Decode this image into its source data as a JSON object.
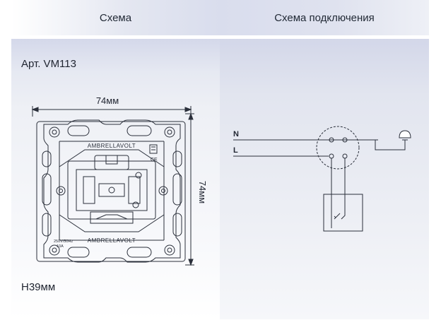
{
  "tabs": {
    "scheme": "Схема",
    "wiring": "Схема подключения"
  },
  "product": {
    "article": "Арт. VM113",
    "height": "H39мм",
    "width_dim": "74мм",
    "height_dim": "74мм",
    "brand_text": "AMBRELLAVOLT",
    "rating_line1": "250V/50Hz",
    "rating_line2": "10A"
  },
  "wiring": {
    "neutral_label": "N",
    "line_label": "L"
  }
}
